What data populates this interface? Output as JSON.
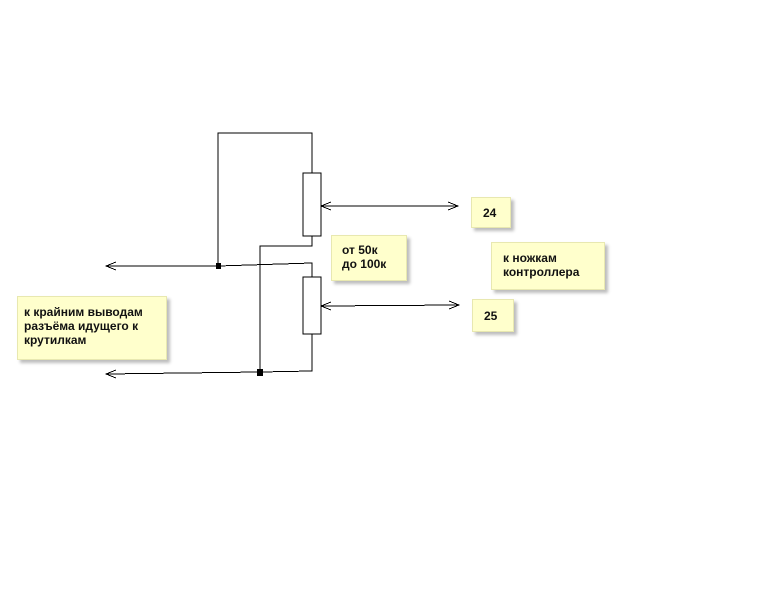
{
  "notes": {
    "connector_ends": "к крайним выводам\nразъёма идущего к\nкрутилкам",
    "resistance_range": "от 50к\nдо 100к",
    "pin_24": "24",
    "controller_pins": "к ножкам\nконтроллера",
    "pin_25": "25"
  },
  "colors": {
    "wire": "#000000",
    "note_fill": "#ffffcc",
    "note_shadow": "#bdbdbd"
  }
}
